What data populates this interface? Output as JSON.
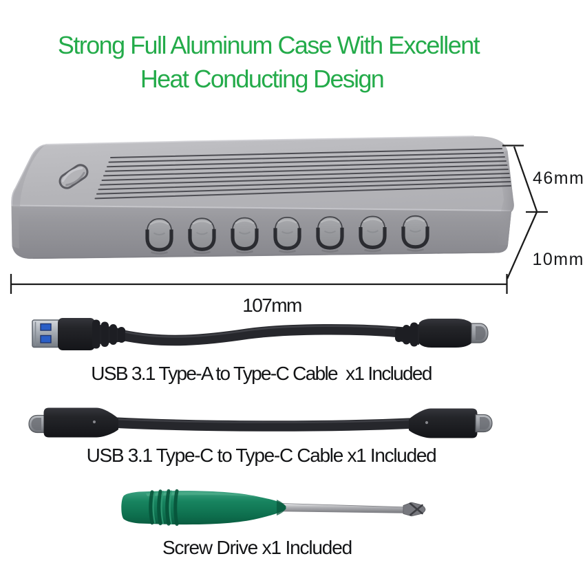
{
  "title": {
    "line1": "Strong Full Aluminum Case With Excellent",
    "line2": "Heat Conducting Design",
    "color": "#24ab4a"
  },
  "enclosure": {
    "name": "aluminum ssd enclosure case",
    "dimensions": {
      "depth_label": "46mm",
      "thickness_label": "10mm",
      "length_label": "107mm"
    },
    "colors": {
      "top_face": "#b7b7bb",
      "front_face": "#97979c",
      "groove": "#55555a"
    },
    "vent_count": 7,
    "groove_count": 10
  },
  "included_items": [
    {
      "id": "cable-a-to-c",
      "label": "USB 3.1 Type-A to Type-C Cable  x1 Included"
    },
    {
      "id": "cable-c-to-c",
      "label": "USB 3.1 Type-C to Type-C Cable x1 Included"
    },
    {
      "id": "screwdriver",
      "label": "Screw Drive x1 Included",
      "handle_color": "#12825d"
    }
  ],
  "background": "#ffffff"
}
